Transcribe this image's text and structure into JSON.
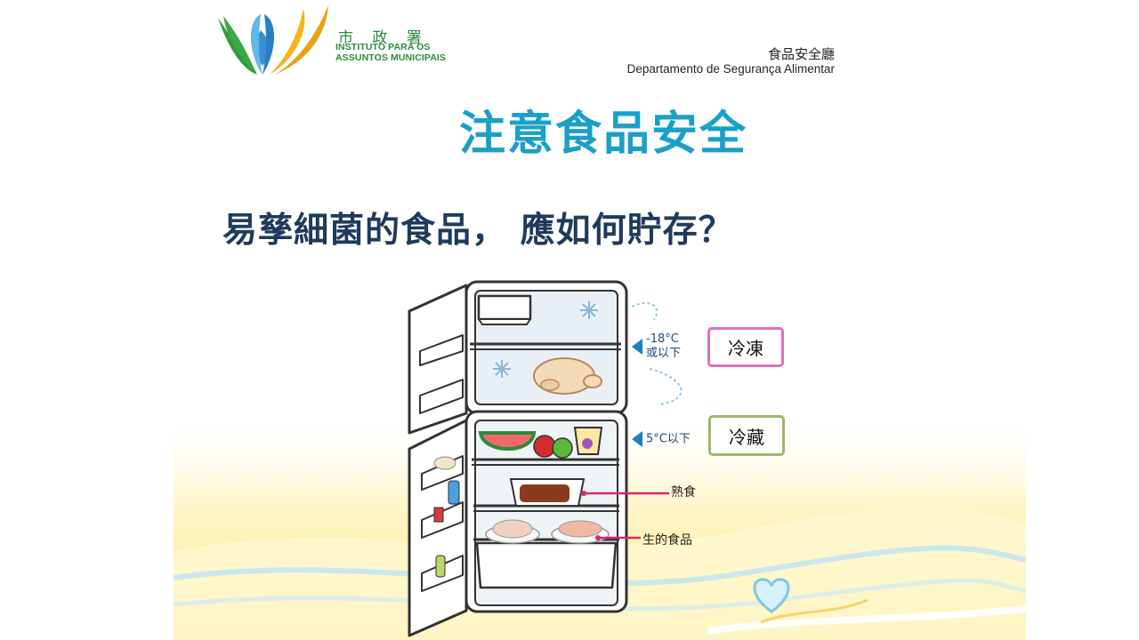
{
  "header": {
    "logo_cn": "市 政 署",
    "logo_pt_line1": "INSTITUTO PARA OS",
    "logo_pt_line2": "ASSUNTOS MUNICIPAIS",
    "dept_cn": "食品安全廳",
    "dept_pt": "Departamento de Segurança Alimentar"
  },
  "title": "注意食品安全",
  "question": "易孳細菌的食品， 應如何貯存？",
  "fridge": {
    "freezer_temp": "-18°C",
    "freezer_temp_note": "或以下",
    "fridge_temp": "5°C以下",
    "cooked_label": "熟食",
    "raw_label": "生的食品"
  },
  "tags": {
    "freeze": "冷凍",
    "chill": "冷藏"
  },
  "colors": {
    "title": "#1aa0c8",
    "question": "#1f3a5c",
    "freeze_border": "#e36cbf",
    "chill_border": "#9db86a",
    "logo_green": "#2f8a3a"
  }
}
